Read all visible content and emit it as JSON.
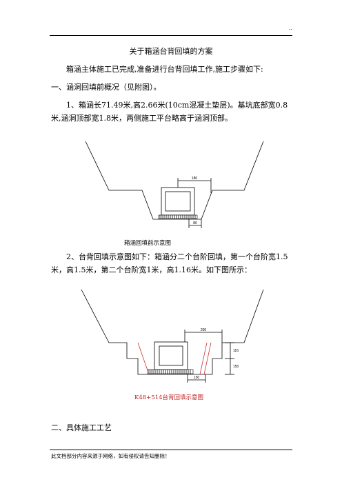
{
  "header": {
    "dots": ".."
  },
  "title": "关于箱涵台背回填的方案",
  "intro": "箱涵主体施工已完成,准备进行台背回填工作,施工步骤如下:",
  "section1": "一、涵洞回填前概况（见附图）。",
  "para1": "1、箱涵长71.49米,高2.66米(10cm混凝土垫层)。基坑底部宽0.8米,涵洞顶部宽1.8米，两侧施工平台略高于涵洞顶部。",
  "figure1": {
    "dim_top": "180",
    "dim_bottom": "80",
    "caption": "箱涵回填前示意图"
  },
  "para2": "2、台背回填示意图如下：箱涵分二个台阶回填，第一个台阶宽1.5米，高1.5米，第二个台阶宽1米，高1.16米。如下图所示：",
  "figure2": {
    "dim_top": "200",
    "dim_side_upper": "116",
    "dim_side_lower": "150",
    "dim_bottom": "150",
    "caption": "K48+514台背回填示意图"
  },
  "section2": "二、具体施工工艺",
  "footer": "此文档部分内容来源于网络，如有侵权请告知删除！"
}
